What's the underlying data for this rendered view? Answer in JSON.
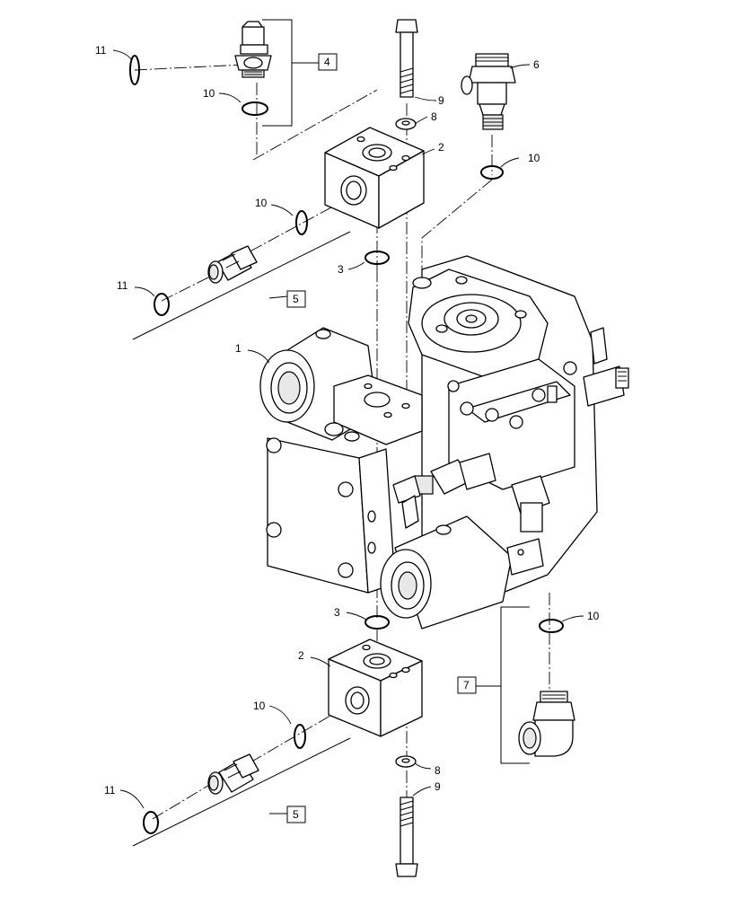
{
  "callouts": {
    "c1": "1",
    "c2_top": "2",
    "c2_bottom": "2",
    "c3_top": "3",
    "c3_bottom": "3",
    "c6": "6",
    "c8_top": "8",
    "c8_bottom": "8",
    "c9_top": "9",
    "c9_bottom": "9",
    "c10_a": "10",
    "c10_b": "10",
    "c10_c": "10",
    "c10_d": "10",
    "c10_e": "10",
    "c11_a": "11",
    "c11_b": "11",
    "c11_c": "11"
  },
  "group_labels": {
    "g4": "4",
    "g5_top": "5",
    "g5_bottom": "5",
    "g7": "7"
  }
}
